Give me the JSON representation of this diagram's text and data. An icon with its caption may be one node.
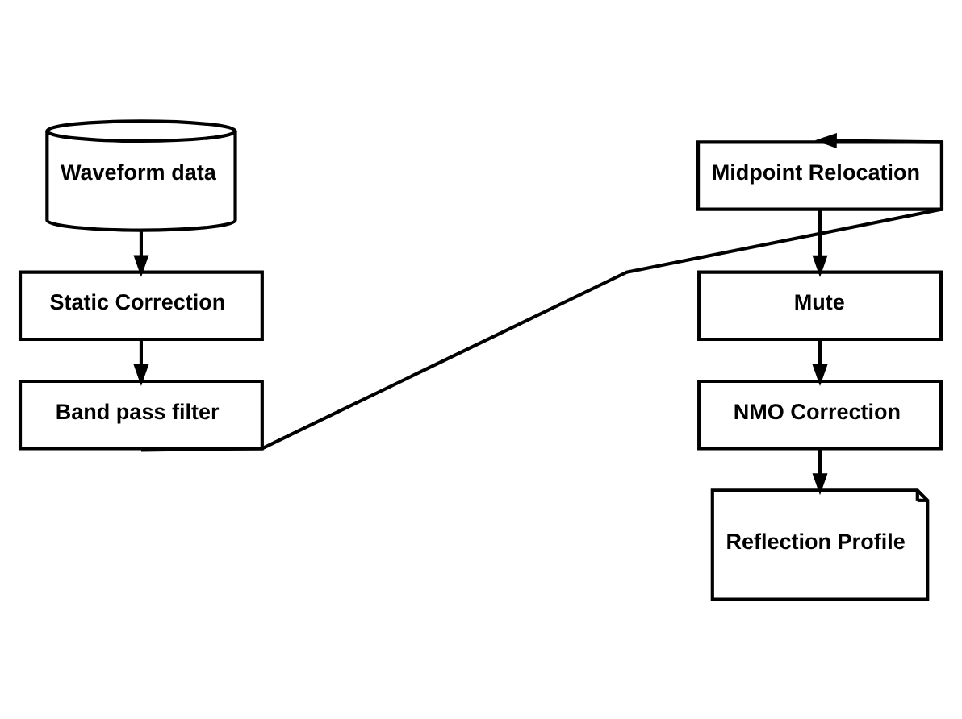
{
  "diagram": {
    "nodes": [
      {
        "text": [
          "Waveform data"
        ]
      },
      {
        "text": [
          "Static Correction"
        ]
      },
      {
        "text": [
          "Band pass filter"
        ]
      },
      {
        "text": [
          "Midpoint Relocation"
        ]
      },
      {
        "text": [
          "Mute"
        ]
      },
      {
        "text": [
          "NMO Correction"
        ]
      },
      {
        "text": [
          "Reflection Profile"
        ]
      }
    ],
    "edges": [
      {
        "from": 0,
        "to": 1,
        "arrow": "to"
      },
      {
        "from": 1,
        "to": 2,
        "arrow": "to"
      },
      {
        "from": 2,
        "to": 3,
        "arrow": "to"
      },
      {
        "from": 3,
        "to": 4,
        "arrow": "to"
      },
      {
        "from": 4,
        "to": 5,
        "arrow": "to"
      },
      {
        "from": 5,
        "to": 6,
        "arrow": "to"
      }
    ]
  }
}
